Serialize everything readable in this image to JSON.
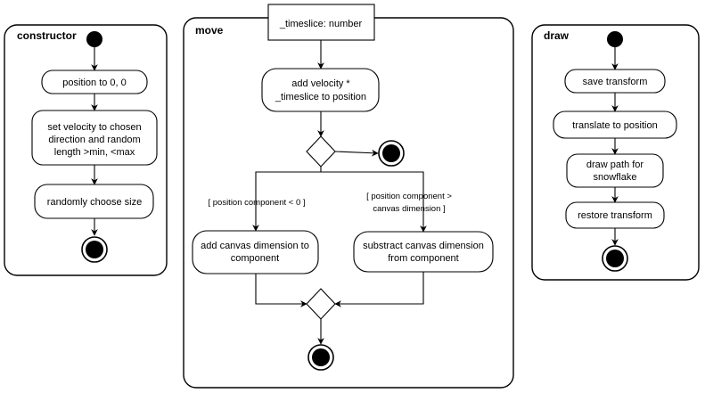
{
  "partitions": {
    "constructor": "constructor",
    "move": "move",
    "draw": "draw"
  },
  "constructor": {
    "position": "position to 0, 0",
    "velocity": [
      "set velocity to chosen",
      "direction and random",
      "length >min, <max"
    ],
    "size": "randomly choose size"
  },
  "move": {
    "param": "_timeslice: number",
    "add_velocity": [
      "add velocity *",
      "_timeslice to position"
    ],
    "guard_lt": "[ position component < 0 ]",
    "guard_gt": [
      "[ position component >",
      "canvas dimension ]"
    ],
    "add_dim": [
      "add canvas dimension to",
      "component"
    ],
    "sub_dim": [
      "substract canvas dimension",
      "from component"
    ]
  },
  "draw": {
    "save": "save transform",
    "translate": "translate to position",
    "path": [
      "draw path for",
      "snowflake"
    ],
    "restore": "restore transform"
  }
}
